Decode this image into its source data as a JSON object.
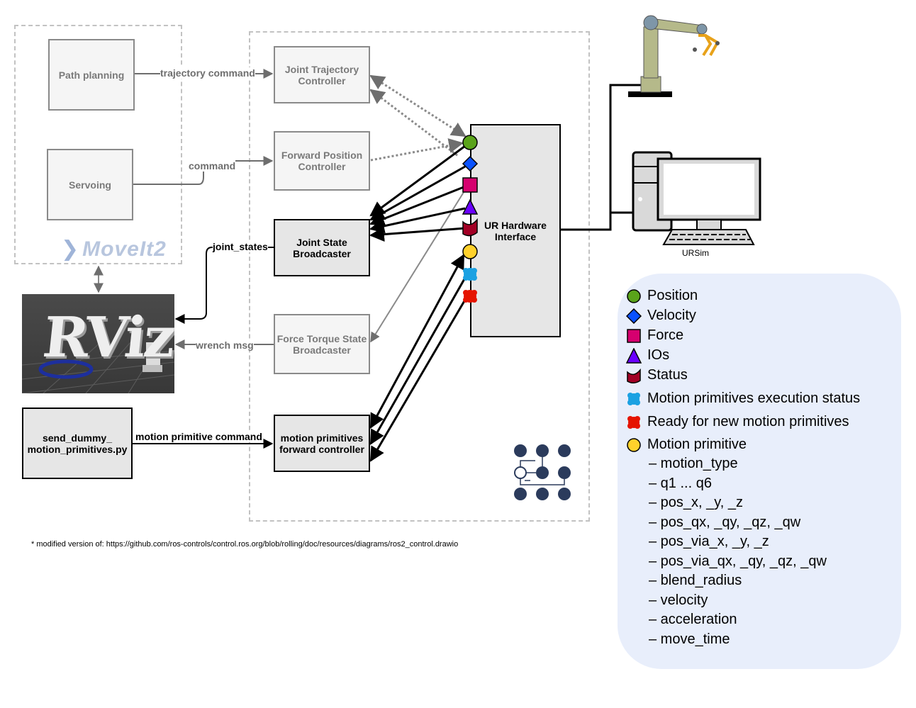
{
  "nodes": {
    "path_planning": "Path planning",
    "servoing": "Servoing",
    "moveit_logo": "MoveIt2",
    "jtc": "Joint Trajectory\nController",
    "fpc": "Forward Position\nController",
    "jsb": "Joint State\nBroadcaster",
    "ftsb": "Force Torque State\nBroadcaster",
    "mpfc": "motion primitives\nforward controller",
    "send_dummy": "send_dummy_\nmotion_primitives.py",
    "ur_hw": "UR Hardware\nInterface",
    "rviz_logo": "RViz",
    "ursim": "URSim"
  },
  "edges": {
    "trajectory_command": "trajectory command",
    "command": "command",
    "joint_states": "joint_states",
    "wrench_msg": "wrench msg",
    "motion_primitive_command": "motion primitive command"
  },
  "colors": {
    "position": "#5aa31a",
    "velocity": "#0a52ff",
    "force": "#d6006f",
    "ios": "#6a00ff",
    "status": "#a20025",
    "mp_exec_status": "#1ba1e2",
    "ready_mp": "#e51400",
    "motion_primitive": "#ffd12b",
    "legend_bg": "#e8eefb"
  },
  "legend": {
    "items": [
      {
        "icon": "circle",
        "label": "Position"
      },
      {
        "icon": "diamond",
        "label": "Velocity"
      },
      {
        "icon": "square",
        "label": "Force"
      },
      {
        "icon": "triangle",
        "label": "IOs"
      },
      {
        "icon": "wave",
        "label": "Status"
      },
      {
        "icon": "blob-blue",
        "label": "Motion primitives execution status"
      },
      {
        "icon": "blob-red",
        "label": "Ready for new motion primitives"
      },
      {
        "icon": "circle-yellow",
        "label": "Motion primitive"
      }
    ],
    "sub_items": [
      "– motion_type",
      "– q1 ... q6",
      "– pos_x, _y, _z",
      "– pos_qx, _qy, _qz, _qw",
      "– pos_via_x, _y, _z",
      "– pos_via_qx, _qy, _qz, _qw",
      "– blend_radius",
      "– velocity",
      "– acceleration",
      "– move_time"
    ]
  },
  "footnote": "* modified version of: https://github.com/ros-controls/control.ros.org/blob/rolling/doc/resources/diagrams/ros2_control.drawio"
}
